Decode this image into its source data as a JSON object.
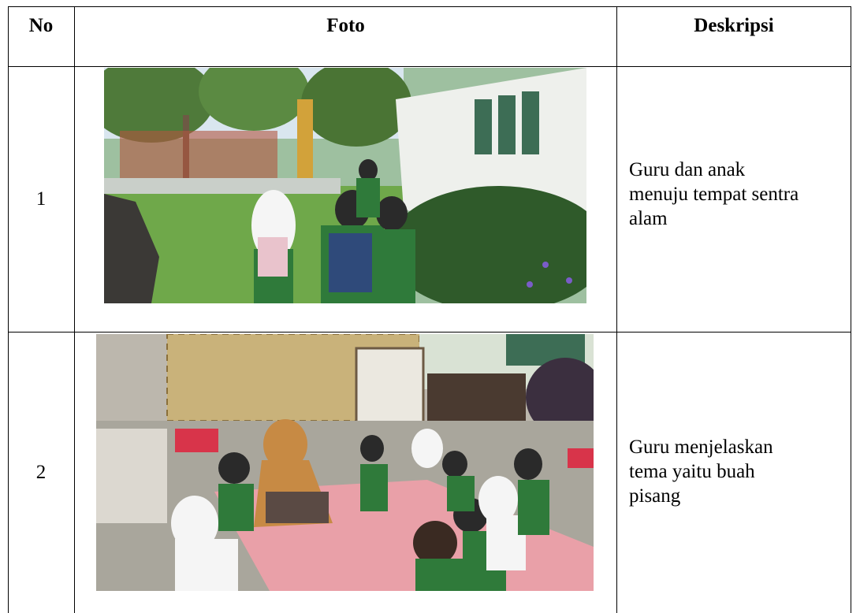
{
  "table": {
    "headers": {
      "no": "No",
      "foto": "Foto",
      "deskripsi": "Deskripsi"
    },
    "rows": [
      {
        "no": "1",
        "photo_icon": "photo-children-walking-to-nature-center",
        "description_lines": [
          "Guru dan anak",
          "menuju tempat sentra",
          "alam"
        ]
      },
      {
        "no": "2",
        "photo_icon": "photo-teacher-explaining-banana-theme",
        "description_lines": [
          "Guru menjelaskan",
          "tema yaitu buah",
          "pisang"
        ]
      }
    ]
  }
}
